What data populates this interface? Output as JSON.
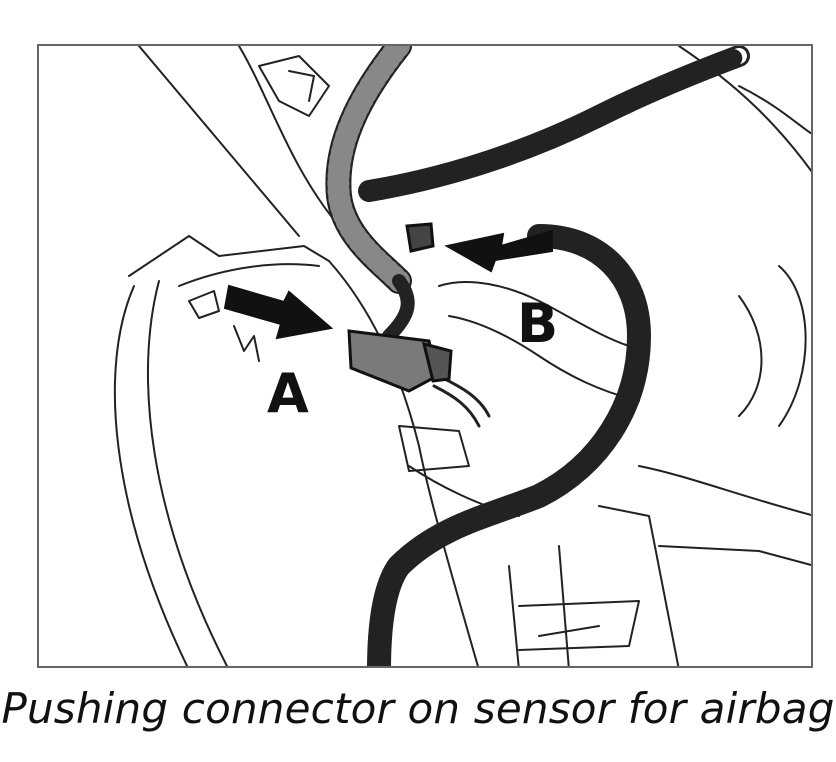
{
  "diagram": {
    "labels": {
      "a": "A",
      "b": "B"
    },
    "caption": "Pushing connector on sensor for airbag",
    "colors": {
      "line": "#222222",
      "frame": "#666666",
      "connector": "#7a7a7a",
      "background": "#ffffff"
    }
  }
}
